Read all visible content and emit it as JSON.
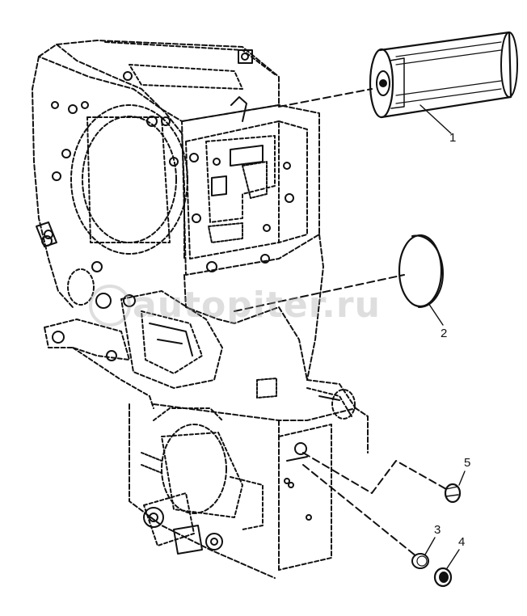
{
  "callouts": {
    "label_1": "1",
    "label_2": "2",
    "label_3": "3",
    "label_4": "4",
    "label_5": "5"
  },
  "watermark": {
    "text": "autopiter.ru"
  },
  "colors": {
    "ink": "#111111",
    "paper": "#ffffff",
    "watermark": "#a0a0a0"
  }
}
